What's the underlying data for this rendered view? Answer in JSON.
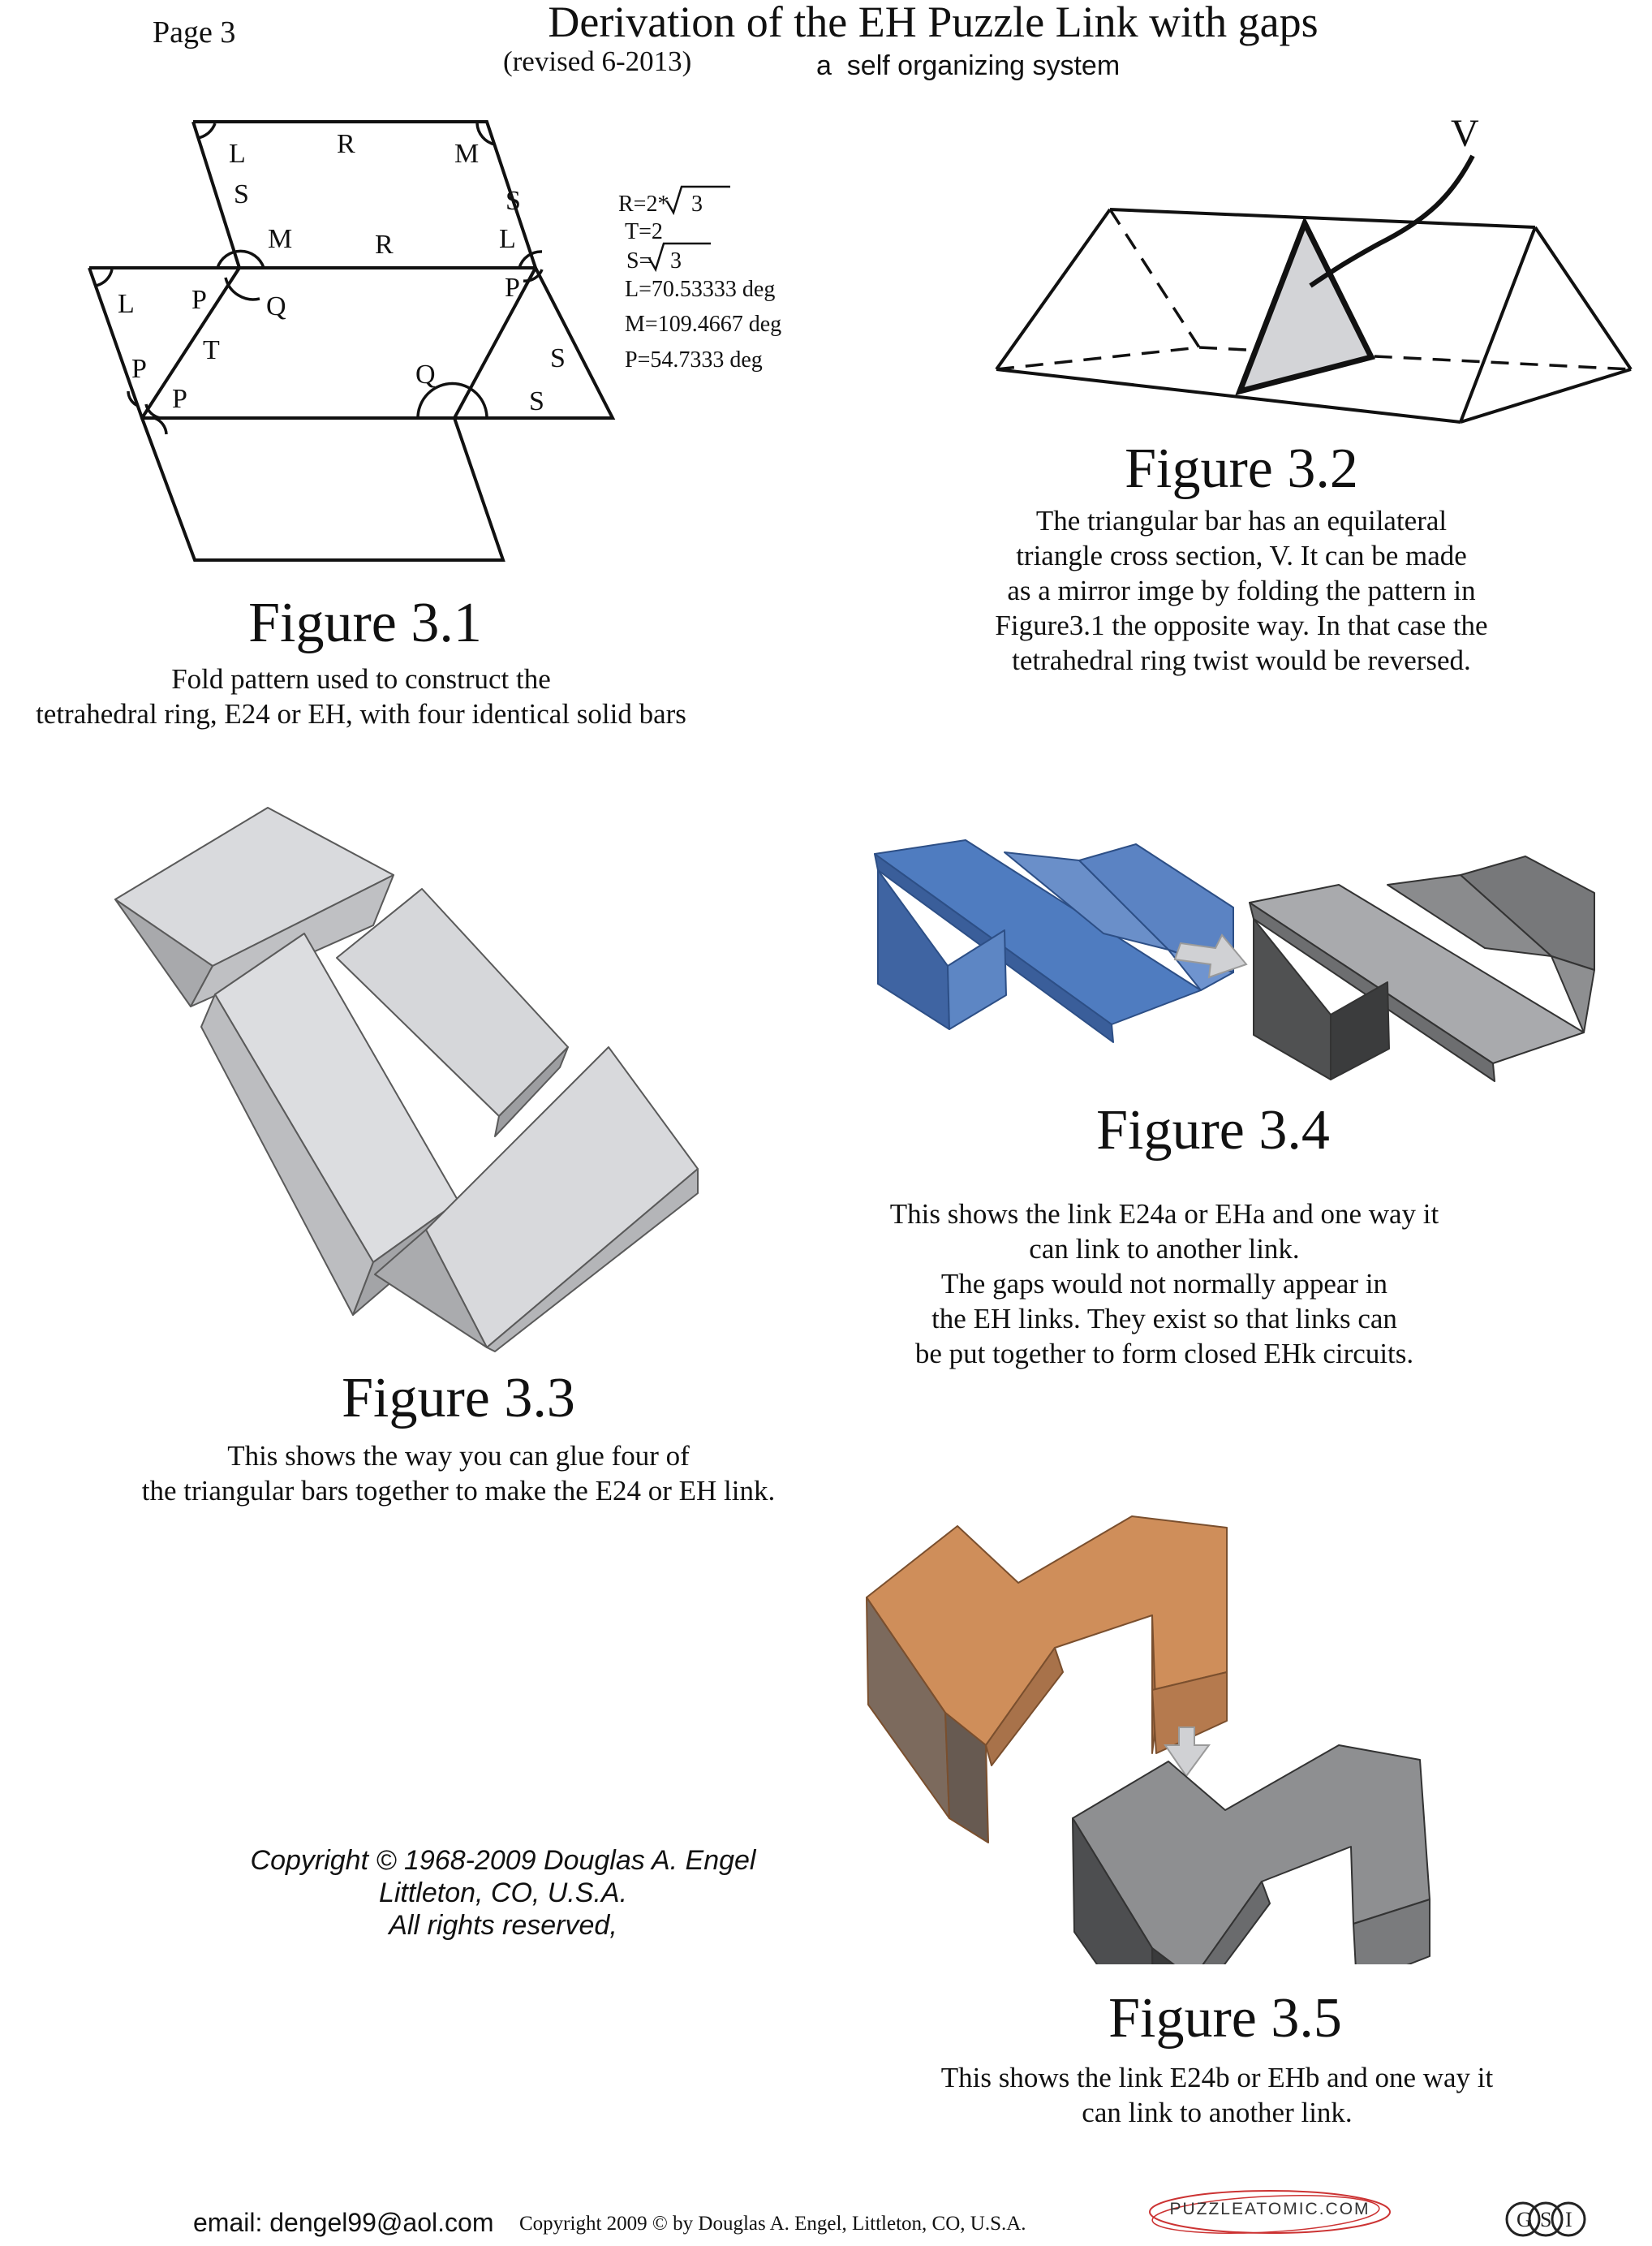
{
  "header": {
    "page_label": "Page 3",
    "title": "Derivation of the EH Puzzle Link with gaps",
    "revised": "(revised 6-2013)",
    "subtitle": "a  self organizing system"
  },
  "fig31": {
    "labels": [
      "L",
      "R",
      "M",
      "S",
      "S",
      "M",
      "R",
      "L",
      "L",
      "P",
      "Q",
      "P",
      "T",
      "P",
      "P",
      "Q",
      "S",
      "S"
    ],
    "formulas": {
      "r": "R=2*",
      "r_val": "3",
      "t": "T=2",
      "s": "S=",
      "s_val": "3",
      "l": "L=70.53333 deg",
      "m": "M=109.4667 deg",
      "p": "P=54.7333 deg"
    },
    "title": "Figure 3.1",
    "caption": [
      "Fold pattern used to construct the",
      "tetrahedral ring, E24 or EH, with four identical solid bars"
    ]
  },
  "fig32": {
    "v_label": "V",
    "title": "Figure 3.2",
    "caption": [
      "The triangular bar has an equilateral",
      "triangle cross section, V.  It can be made",
      "as a mirror imge by folding the pattern in",
      "Figure3.1 the opposite way.  In that case the",
      "tetrahedral ring twist would be reversed."
    ]
  },
  "fig33": {
    "title": "Figure 3.3",
    "caption": [
      "This shows the way you can glue four of",
      "the triangular bars together to make the E24 or EH link."
    ]
  },
  "fig34": {
    "title": "Figure 3.4",
    "caption": [
      "This shows the link E24a or EHa and one way it",
      "can link to another link.",
      "The gaps would not normally appear in",
      "the EH links.  They exist so that links can",
      "be put together to form closed EHk circuits."
    ]
  },
  "fig35": {
    "title": "Figure 3.5",
    "caption": [
      "This shows the link E24b or EHb and one way it",
      "can link to another link."
    ]
  },
  "copyright_block": [
    "Copyright © 1968-2009 Douglas A. Engel",
    "Littleton, CO, U.S.A.",
    "All rights reserved,"
  ],
  "footer": {
    "email": "email: dengel99@aol.com",
    "copyright": "Copyright 2009 © by Douglas A. Engel, Littleton, CO, U.S.A.",
    "logo_text": "PUZZLEATOMIC.COM",
    "gsi_logo": "G S I"
  },
  "colors": {
    "blue": "#4a76b8",
    "orange": "#c98a58",
    "gray_light": "#d4d5d8",
    "gray_dark": "#6e6e6e"
  }
}
